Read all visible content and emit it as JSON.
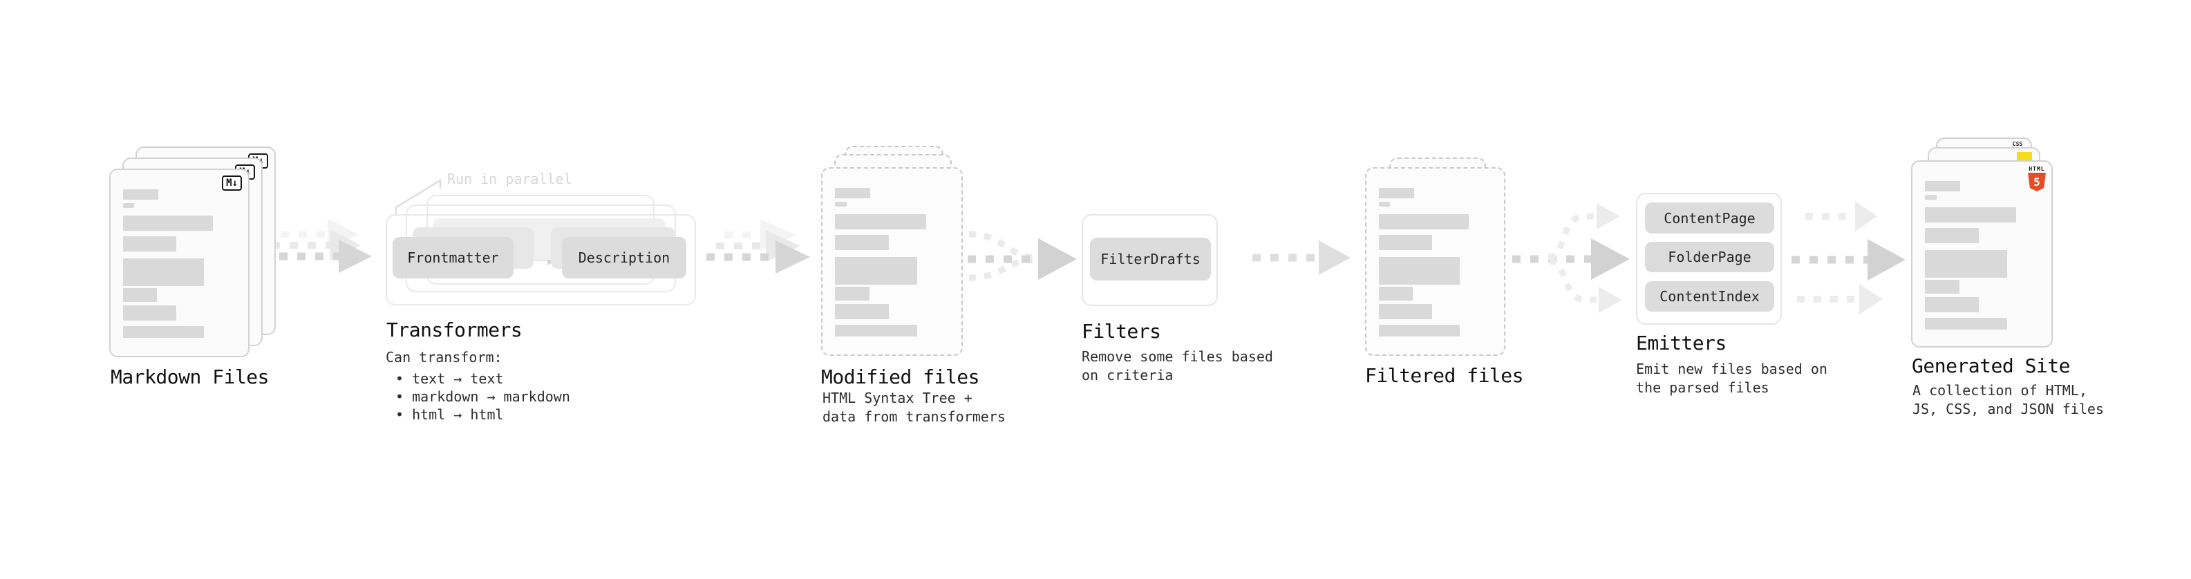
{
  "nodes": {
    "markdown_files": {
      "label": "Markdown Files",
      "file_badge": "M↓"
    },
    "transformers": {
      "title": "Transformers",
      "annotation": "Run in parallel",
      "input_button": "Frontmatter",
      "output_button": "Description",
      "caption_heading": "Can transform:",
      "bullet_char": "•",
      "bullets": [
        "text → text",
        "markdown → markdown",
        "html → html"
      ]
    },
    "modified_files": {
      "label": "Modified files",
      "caption_lines": [
        "HTML Syntax Tree +",
        "data from transformers"
      ]
    },
    "filters": {
      "title": "Filters",
      "button": "FilterDrafts",
      "caption_lines": [
        "Remove some files based",
        "on criteria"
      ]
    },
    "filtered_files": {
      "label": "Filtered files"
    },
    "emitters": {
      "title": "Emitters",
      "buttons": [
        "ContentPage",
        "FolderPage",
        "ContentIndex"
      ],
      "caption_lines": [
        "Emit new files based on",
        "the parsed files"
      ]
    },
    "generated_site": {
      "label": "Generated Site",
      "caption_lines": [
        "A collection of HTML,",
        "JS, CSS, and JSON files"
      ],
      "badges": {
        "html5_top": "HTML",
        "html5_num": "5",
        "css": "CSS"
      }
    }
  },
  "colors": {
    "background": "#ffffff",
    "card_border": "#d2d2d2",
    "dashed_border": "#c9c9c9",
    "pill_bg": "#dcdcdc",
    "arrow_main": "#d6d6d6",
    "arrow_mid": "#d5d5d5",
    "arrow_light": "#ececec",
    "annotation_gray": "#d6d6d6",
    "html5_orange": "#e44d26",
    "js_yellow": "#f5de19",
    "css_blue": "#2962ff"
  },
  "skeleton_bars": [
    {
      "w": 31,
      "h": 15,
      "mb": 5
    },
    {
      "w": 10,
      "h": 7,
      "mb": 11
    },
    {
      "w": 80,
      "h": 22,
      "mb": 8
    },
    {
      "w": 47,
      "h": 22,
      "mb": 10
    },
    {
      "w": 72,
      "h": 40,
      "mb": 3
    },
    {
      "w": 30,
      "h": 20,
      "mb": 5
    },
    {
      "w": 47,
      "h": 22,
      "mb": 8
    },
    {
      "w": 72,
      "h": 17,
      "mb": 0
    }
  ]
}
